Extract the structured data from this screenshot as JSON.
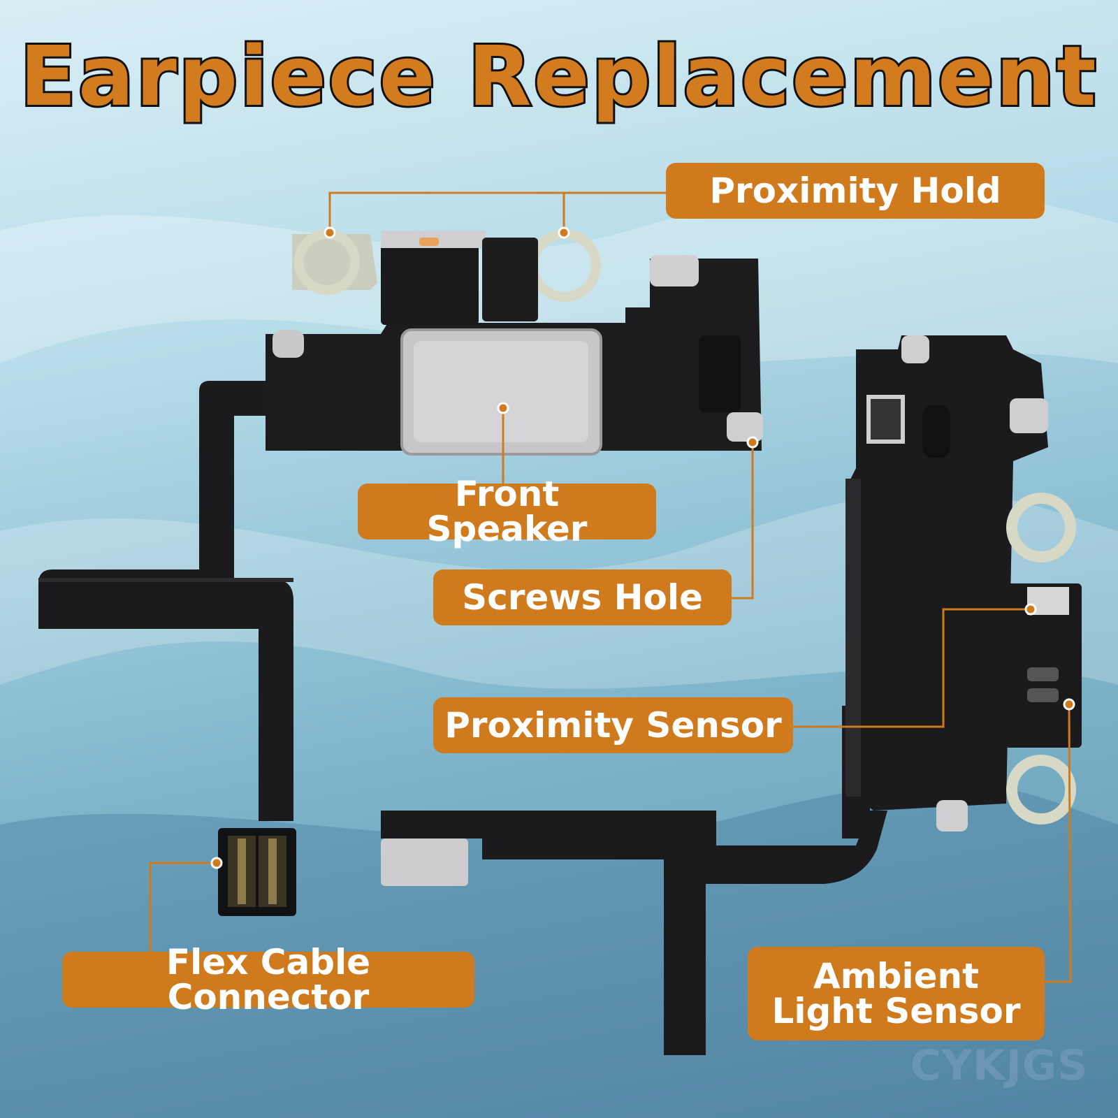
{
  "title": "Earpiece Replacement",
  "labels": {
    "proximity_hold": "Proximity Hold",
    "front_speaker": "Front Speaker",
    "screws_hole": "Screws Hole",
    "proximity_sensor": "Proximity Sensor",
    "flex_cable_connector": "Flex Cable Connector",
    "ambient_line1": "Ambient",
    "ambient_line2": "Light Sensor"
  },
  "watermark": "CYKJGS",
  "colors": {
    "accent": "#d07a1e",
    "title_fill": "#d37b1f",
    "part_black": "#1a1a1c",
    "bracket_silver": "#c9c9c9"
  }
}
